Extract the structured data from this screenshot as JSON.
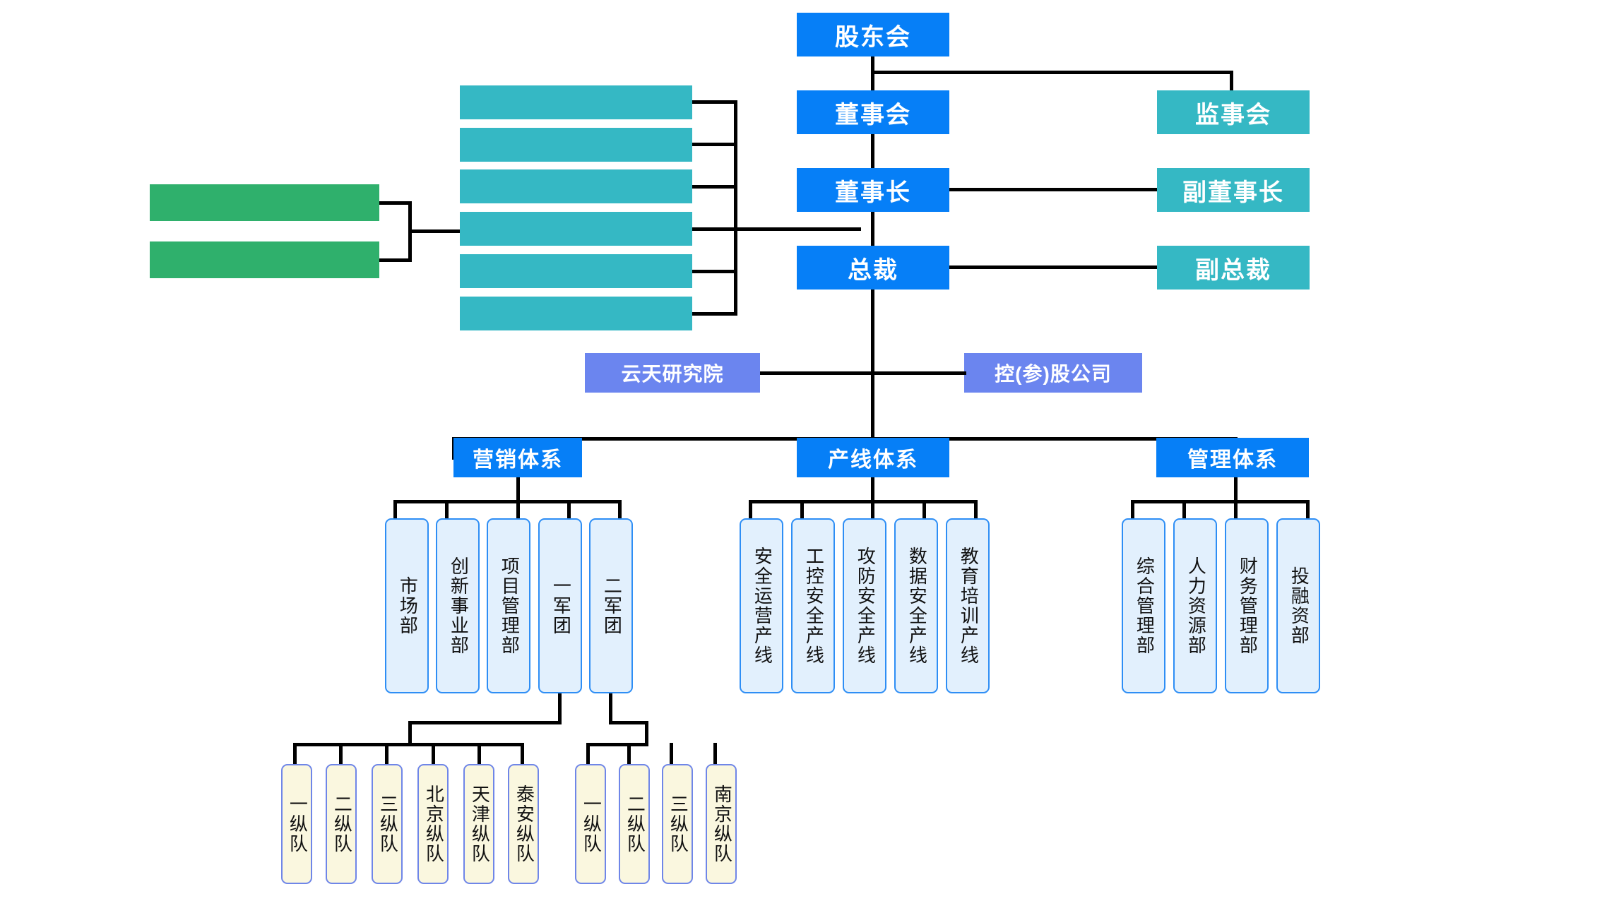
{
  "chart_title": "",
  "colors": {
    "blue": "#067ff7",
    "teal": "#35b8c4",
    "green": "#2fb06c",
    "periwinkle": "#6b85ef",
    "dept_fill": "#e2f0fd",
    "dept_border": "#2e8ef5",
    "unit_fill": "#faf7df",
    "unit_border": "#6f86e8",
    "connector": "#000000"
  },
  "governance": {
    "shareholders": "股东会",
    "board": "董事会",
    "chairman": "董事长",
    "president": "总裁",
    "supervisors": "监事会",
    "vice_chairman": "副董事长",
    "vice_president": "副总裁"
  },
  "left_blank_blocks": {
    "green_count": 2,
    "green_labels": [
      "",
      ""
    ],
    "teal_count": 6,
    "teal_labels": [
      "",
      "",
      "",
      "",
      "",
      ""
    ]
  },
  "affiliates": {
    "research_institute": "云天研究院",
    "holding_company": "控(参)股公司"
  },
  "systems": [
    {
      "name": "营销体系",
      "children": [
        {
          "label": "市场部"
        },
        {
          "label": "创新事业部"
        },
        {
          "label": "项目管理部"
        },
        {
          "label": "一军团",
          "children": [
            "一纵队",
            "二纵队",
            "三纵队",
            "北京纵队",
            "天津纵队",
            "泰安纵队"
          ]
        },
        {
          "label": "二军团",
          "children": [
            "一纵队",
            "二纵队",
            "三纵队",
            "南京纵队"
          ]
        }
      ]
    },
    {
      "name": "产线体系",
      "children": [
        {
          "label": "安全运营产线"
        },
        {
          "label": "工控安全产线"
        },
        {
          "label": "攻防安全产线"
        },
        {
          "label": "数据安全产线"
        },
        {
          "label": "教育培训产线"
        }
      ]
    },
    {
      "name": "管理体系",
      "children": [
        {
          "label": "综合管理部"
        },
        {
          "label": "人力资源部"
        },
        {
          "label": "财务管理部"
        },
        {
          "label": "投融资部"
        }
      ]
    }
  ]
}
